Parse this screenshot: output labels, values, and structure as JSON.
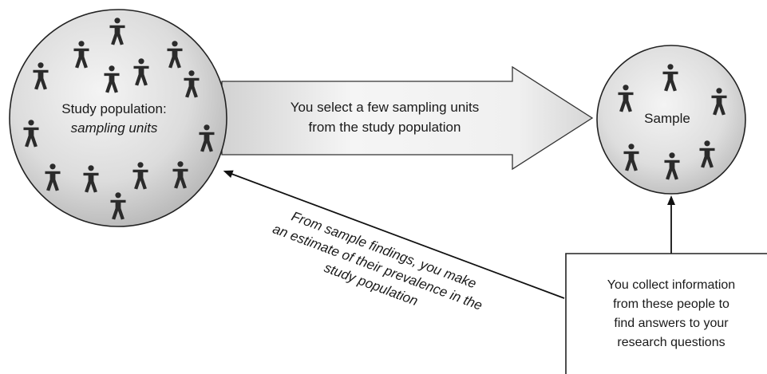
{
  "population": {
    "line1": "Study population:",
    "line2": "sampling units"
  },
  "sample": {
    "label": "Sample"
  },
  "select_arrow": {
    "line1": "You select a few sampling units",
    "line2": "from the study population"
  },
  "estimate_note": {
    "line1": "From sample findings, you make",
    "line2": "an estimate of their prevalence in the",
    "line3": "study population"
  },
  "collect_box": {
    "line1": "You collect information",
    "line2": "from these people to",
    "line3": "find answers to your",
    "line4": "research questions"
  },
  "colors": {
    "circle_fill_light": "#f2f2f2",
    "circle_fill_dark": "#b5b5b5",
    "arrow_fill_light": "#f7f7f7",
    "arrow_fill_dark": "#cfcfcf",
    "figure": "#2b2b2b",
    "stroke": "#222222"
  },
  "icons": {
    "person": "person-icon",
    "arrowhead": "arrowhead-icon"
  }
}
